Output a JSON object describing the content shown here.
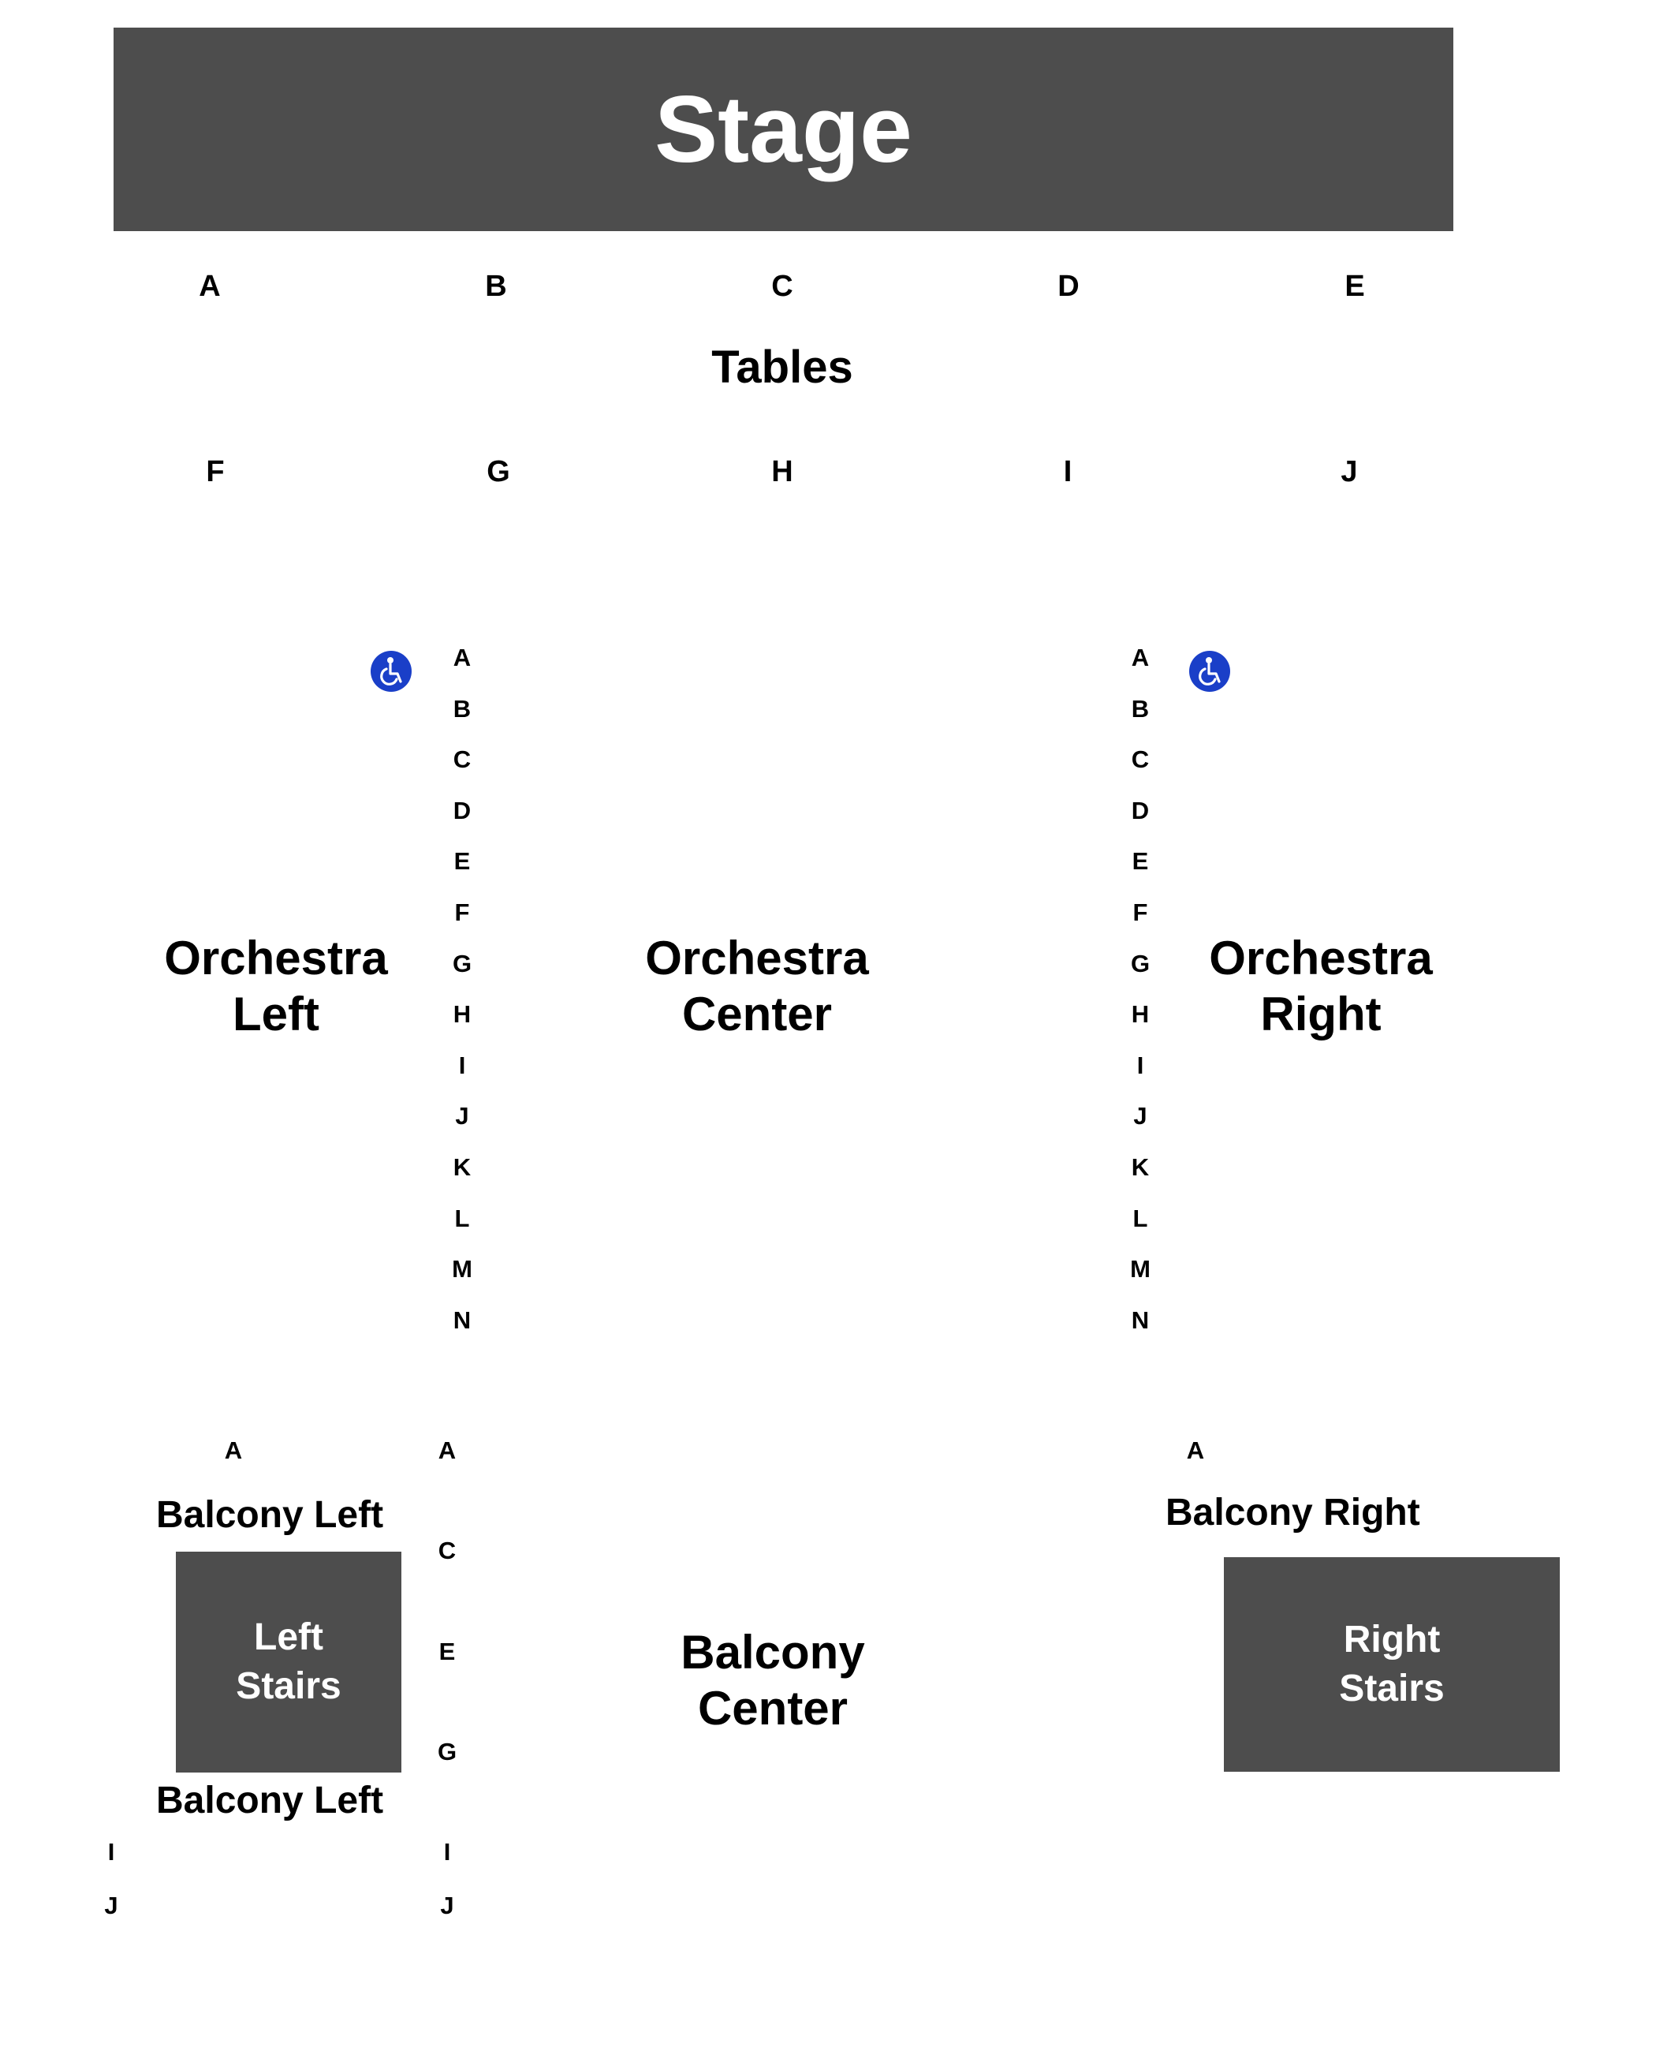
{
  "stage": "Stage",
  "tables": {
    "label": "Tables",
    "row1": [
      "A",
      "B",
      "C",
      "D",
      "E"
    ],
    "row2": [
      "F",
      "G",
      "H",
      "I",
      "J"
    ]
  },
  "orchestra": {
    "left": "Orchestra\nLeft",
    "center": "Orchestra\nCenter",
    "right": "Orchestra\nRight",
    "rows": [
      "A",
      "B",
      "C",
      "D",
      "E",
      "F",
      "G",
      "H",
      "I",
      "J",
      "K",
      "L",
      "M",
      "N"
    ]
  },
  "balcony": {
    "left_top": "Balcony Left",
    "left_bottom": "Balcony Left",
    "center": "Balcony\nCenter",
    "right": "Balcony Right",
    "left_row_top": "A",
    "left_rows_bottom": [
      "I",
      "J"
    ],
    "center_rows": [
      "A",
      "C",
      "E",
      "G",
      "I",
      "J"
    ],
    "right_row": "A"
  },
  "stairs": {
    "left": "Left\nStairs",
    "right": "Right\nStairs"
  },
  "icons": {
    "accessible_left": "wheelchair-icon",
    "accessible_right": "wheelchair-icon"
  },
  "colors": {
    "block": "#4d4d4d",
    "accessible": "#1a3fc8"
  }
}
